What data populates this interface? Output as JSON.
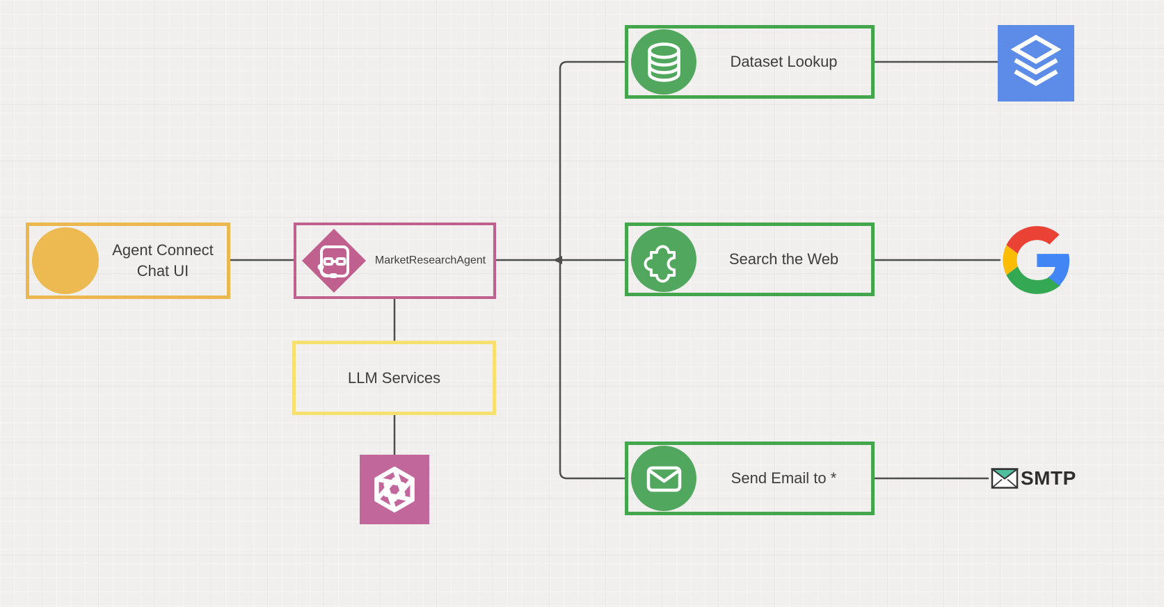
{
  "diagram": {
    "chat_ui": {
      "label_line1": "Agent Connect",
      "label_line2": "Chat UI"
    },
    "agent": {
      "label": "MarketResearchAgent"
    },
    "llm_box": {
      "label": "LLM Services"
    },
    "tools": [
      {
        "label": "Dataset Lookup",
        "icon": "database-icon",
        "target_icon": "layers-stack-icon"
      },
      {
        "label": "Search the Web",
        "icon": "puzzle-icon",
        "target_icon": "google-logo"
      },
      {
        "label": "Send Email to *",
        "icon": "envelope-icon",
        "target_icon": "smtp-logo"
      }
    ],
    "smtp": {
      "label": "SMTP"
    },
    "llm_provider_icon": "openai-logo"
  },
  "colors": {
    "background": "#f0efee",
    "chat_ui_border": "#eab84e",
    "chat_ui_circle": "#ecba50",
    "agent_border": "#c0608f",
    "llm_border": "#f7e06f",
    "tool_border": "#44a64c",
    "tool_circle": "#52a75e",
    "layers_square": "#5c8ce8",
    "openai_square": "#c2679b",
    "connector": "#4d4d4d",
    "text": "#3d3d3d",
    "smtp_flap": "#4fbf9f",
    "google_red": "#ea4335",
    "google_yellow": "#fbbc05",
    "google_green": "#34a853",
    "google_blue": "#4285f4"
  }
}
